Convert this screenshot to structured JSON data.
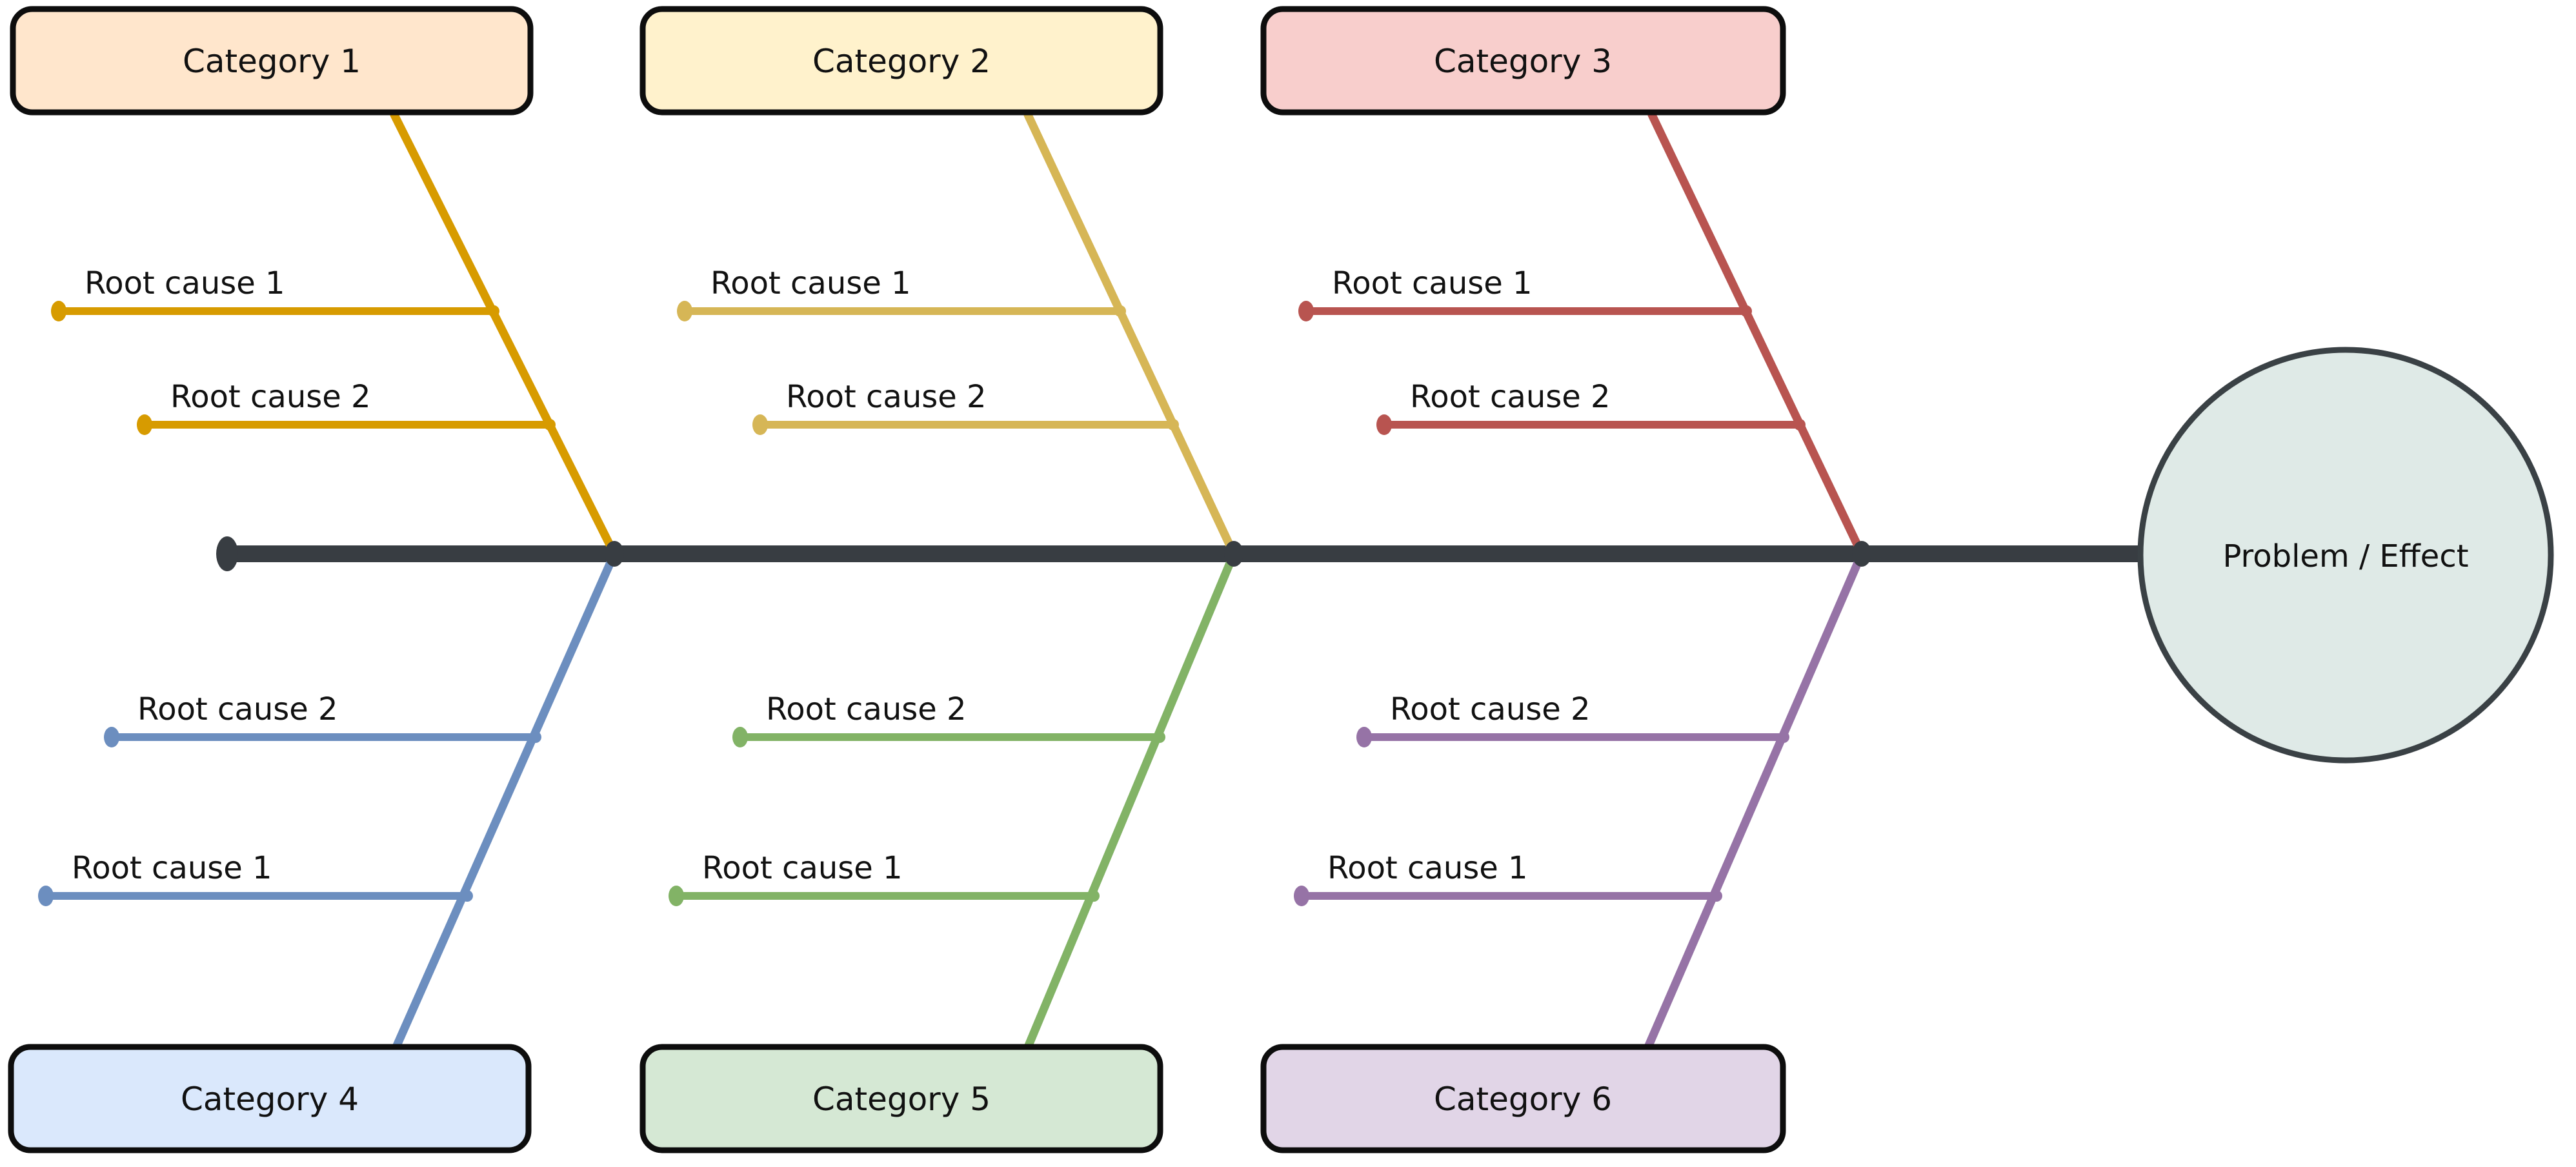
{
  "diagram_type": "fishbone-ishikawa",
  "problem": {
    "label": "Problem / Effect",
    "fill": "#dfeae7",
    "stroke": "#3a4145"
  },
  "spine": {
    "color": "#383d42"
  },
  "text_color": "#111111",
  "box_border_color": "#0d0d0d",
  "categories": [
    {
      "label": "Category 1",
      "fill": "#ffe6cc",
      "bone_color": "#d79b00",
      "side": "top",
      "causes": [
        "Root cause 1",
        "Root cause 2"
      ]
    },
    {
      "label": "Category 2",
      "fill": "#fff2cc",
      "bone_color": "#d6b656",
      "side": "top",
      "causes": [
        "Root cause 1",
        "Root cause 2"
      ]
    },
    {
      "label": "Category 3",
      "fill": "#f8cecc",
      "bone_color": "#b85450",
      "side": "top",
      "causes": [
        "Root cause 1",
        "Root cause 2"
      ]
    },
    {
      "label": "Category 4",
      "fill": "#dae8fc",
      "bone_color": "#6c8ebf",
      "side": "bottom",
      "causes": [
        "Root cause 1",
        "Root cause 2"
      ]
    },
    {
      "label": "Category 5",
      "fill": "#d5e8d4",
      "bone_color": "#82b366",
      "side": "bottom",
      "causes": [
        "Root cause 1",
        "Root cause 2"
      ]
    },
    {
      "label": "Category 6",
      "fill": "#e1d5e7",
      "bone_color": "#9673a6",
      "side": "bottom",
      "causes": [
        "Root cause 1",
        "Root cause 2"
      ]
    }
  ]
}
